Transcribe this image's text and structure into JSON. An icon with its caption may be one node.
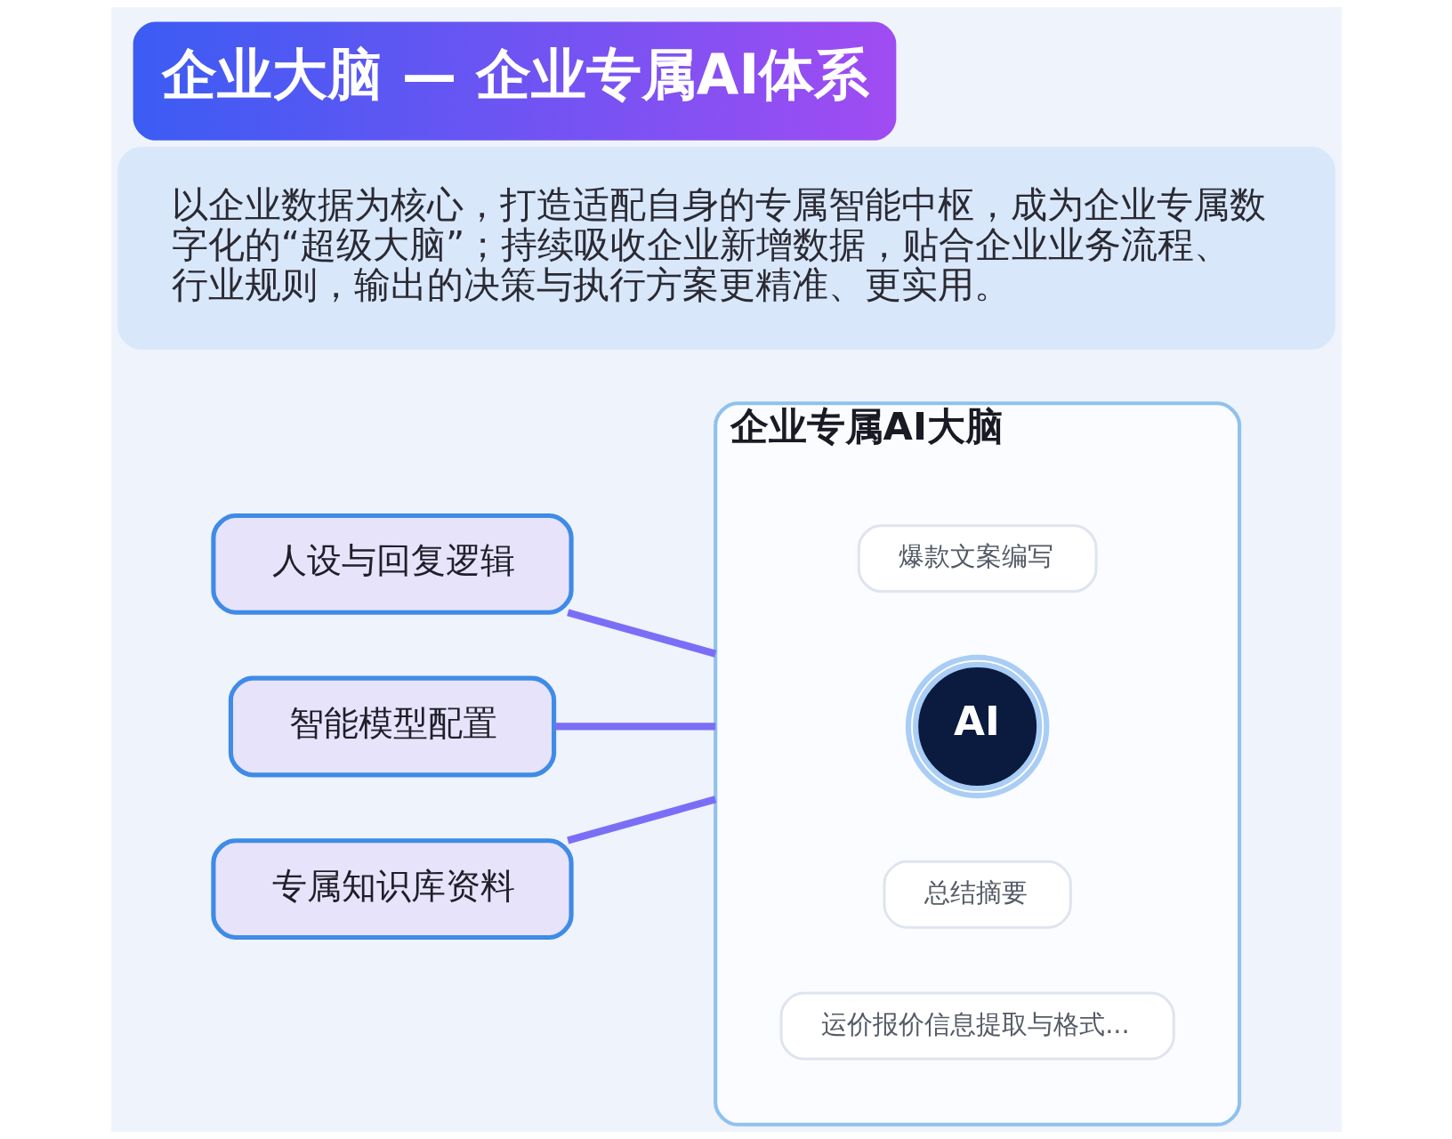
{
  "diagram": {
    "title": "企业大脑 — 企业专属AI体系",
    "nodes": [
      {
        "text": [
          "以企业数据为核心，打造适配自身的专属智能中枢，成为企业专属数字化的“超级大脑”；持续吸收企业新增数据，贴合企业业务流程、行业规则，输出的决策与执行方案更精准、更实用。"
        ]
      },
      {
        "text": [
          "人设与回复逻辑"
        ]
      },
      {
        "text": [
          "智能模型配置"
        ]
      },
      {
        "text": [
          "专属知识库资料"
        ]
      },
      {
        "text": [
          "企业专属AI大脑"
        ]
      },
      {
        "text": [
          "爆款文案编写"
        ],
        "in": 4
      },
      {
        "text": [
          "AI"
        ],
        "in": 4
      },
      {
        "text": [
          "总结摘要"
        ],
        "in": 4
      },
      {
        "text": [
          "运价报价信息提取与格式..."
        ],
        "in": 4
      }
    ],
    "edges": [
      {
        "from": 1,
        "to": 4,
        "arrow": "none"
      },
      {
        "from": 2,
        "to": 4,
        "arrow": "none"
      },
      {
        "from": 3,
        "to": 4,
        "arrow": "none"
      }
    ]
  }
}
